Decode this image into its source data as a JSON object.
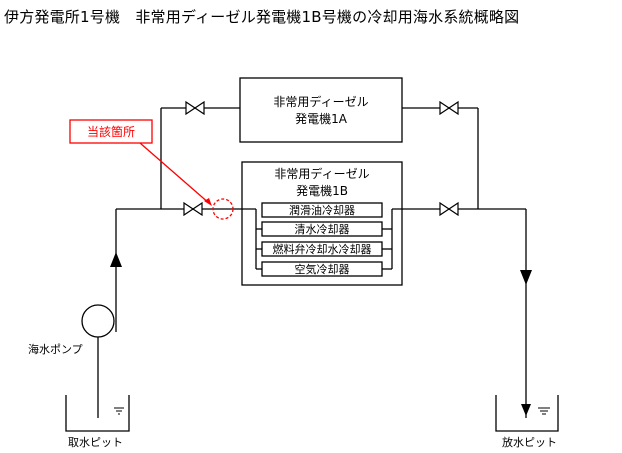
{
  "title": "伊方発電所1号機　非常用ディーゼル発電機1B号機の冷却用海水系統概略図",
  "generator_1a": {
    "line1": "非常用ディーゼル",
    "line2": "発電機1A"
  },
  "generator_1b": {
    "line1": "非常用ディーゼル",
    "line2": "発電機1B"
  },
  "coolers": [
    "潤滑油冷却器",
    "清水冷却器",
    "燃料弁冷却水冷却器",
    "空気冷却器"
  ],
  "callout": {
    "text": "当該箇所",
    "color": "#ff0000"
  },
  "pump": {
    "label": "海水ポンプ"
  },
  "intake_pit": {
    "label": "取水ピット"
  },
  "discharge_pit": {
    "label": "放水ピット"
  },
  "colors": {
    "line": "#000000",
    "highlight": "#ff0000"
  }
}
